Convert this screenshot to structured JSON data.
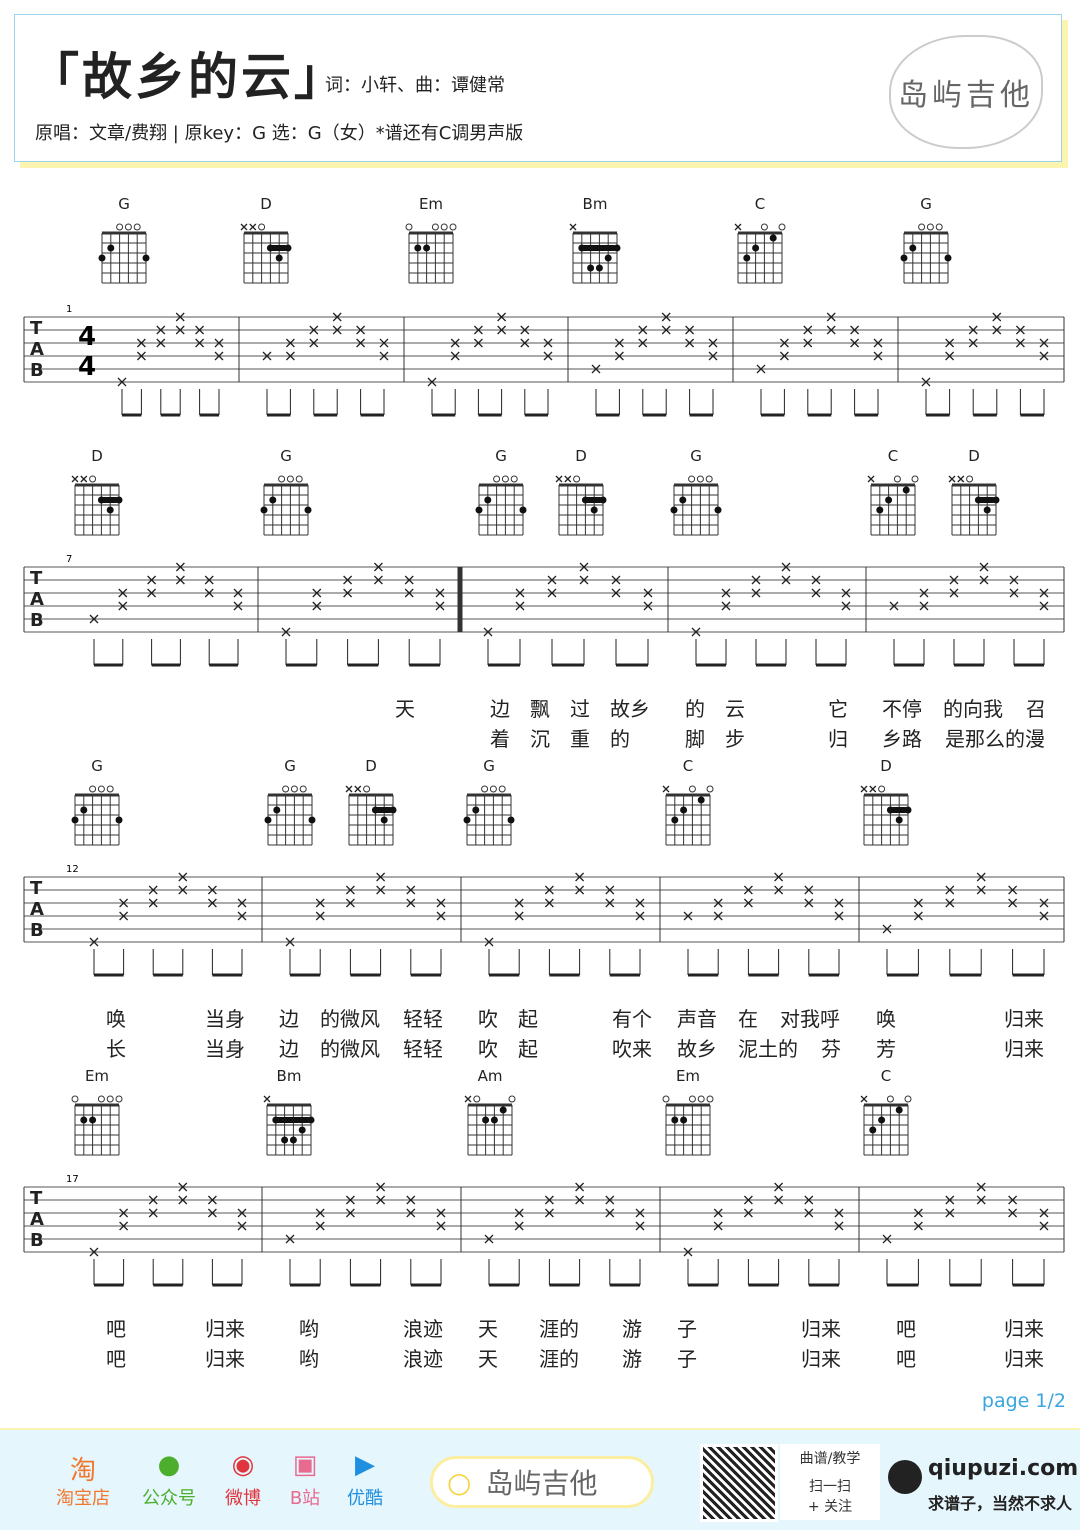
{
  "header": {
    "title": "「故乡的云」",
    "credits": "词：小轩、曲：谭健常",
    "subtitle": "原唱：文章/费翔 | 原key：G 选：G（女）*谱还有C调男声版",
    "logo": "岛屿吉他"
  },
  "chord_shapes": {
    "G": "320003",
    "D": "xx0232",
    "Em": "022000",
    "Bm": "x24432",
    "C": "x32010",
    "Am": "x02210"
  },
  "systems": [
    {
      "measure_number": "1",
      "chords": [
        "G",
        "D",
        "Em",
        "Bm",
        "C",
        "G"
      ],
      "bass": [
        6,
        4,
        6,
        5,
        5,
        6
      ]
    },
    {
      "measure_number": "7",
      "chords": [
        "D",
        "G",
        "G",
        "D",
        "G",
        "C",
        "D"
      ],
      "bass": [
        5,
        6,
        6,
        6,
        4
      ]
    },
    {
      "measure_number": "12",
      "chords": [
        "G",
        "G",
        "D",
        "G",
        "C",
        "D"
      ],
      "bass": [
        6,
        6,
        6,
        4,
        5
      ]
    },
    {
      "measure_number": "17",
      "chords": [
        "Em",
        "Bm",
        "Am",
        "Em",
        "C"
      ],
      "bass": [
        6,
        5,
        5,
        6,
        5
      ]
    }
  ],
  "lyrics": [
    [
      [
        "天",
        "边",
        "飘",
        "过",
        "故乡",
        "的",
        "云",
        "它",
        "不停",
        "的向我",
        "召"
      ],
      [
        "",
        "着",
        "沉",
        "重",
        "的",
        "脚",
        "步",
        "归",
        "乡路",
        "是那么的漫",
        ""
      ]
    ],
    [
      [
        "唤",
        "当身",
        "边",
        "的微风",
        "轻轻",
        "吹",
        "起",
        "有个",
        "声音",
        "在",
        "对我呼",
        "唤",
        "归来"
      ],
      [
        "长",
        "当身",
        "边",
        "的微风",
        "轻轻",
        "吹",
        "起",
        "吹来",
        "故乡",
        "泥土的",
        "芬",
        "芳",
        "归来"
      ]
    ],
    [
      [
        "吧",
        "归来",
        "哟",
        "浪迹",
        "天",
        "涯的",
        "游",
        "子",
        "归来",
        "吧",
        "归来"
      ],
      [
        "吧",
        "归来",
        "哟",
        "浪迹",
        "天",
        "涯的",
        "游",
        "子",
        "归来",
        "吧",
        "归来"
      ]
    ]
  ],
  "page": "page 1/2",
  "footer": {
    "links": [
      "淘宝店",
      "公众号",
      "微博",
      "B站",
      "优酷"
    ],
    "search": "岛屿吉他",
    "qr_title": "曲谱/教学",
    "qr_scan": "扫一扫",
    "qr_follow": "+ 关注",
    "watermark": "qiupuzi.com",
    "watermark_slogan": "求谱子，当然不求人"
  },
  "colors": {
    "accent": "#3aa6e0",
    "footer_bg": "#e6f6fd"
  }
}
